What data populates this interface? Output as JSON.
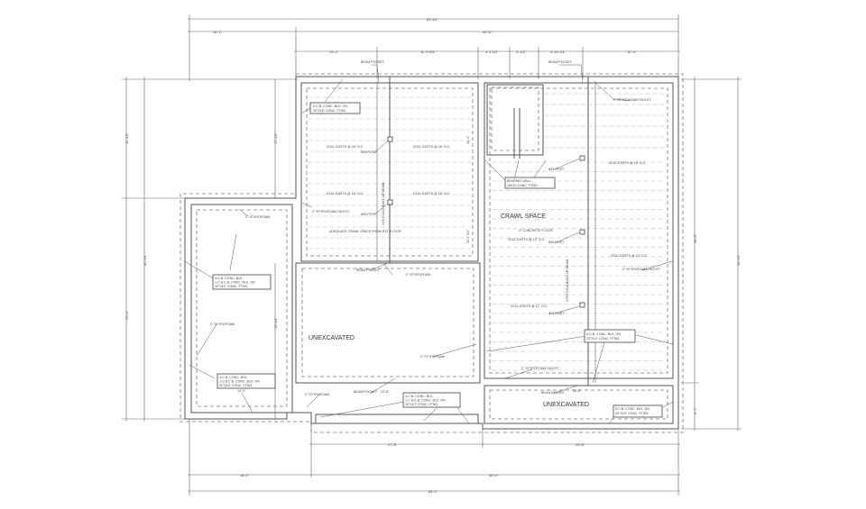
{
  "dimensions": {
    "overall_top": "63'-10\"",
    "left_wing_width": "14'-1\"",
    "main_width": "49'-8\"",
    "segments": [
      "12'-4\"",
      "11'-9 3/4\"",
      "4'-2 1/2\"",
      "4'-1/2\"",
      "4'-10 1/4\"",
      "12'-4\""
    ],
    "left_upper": "15'-10\"",
    "left_lower": "25'-0\"",
    "left_overall": "40'-10\"",
    "left_inner_a": "17'-10\"",
    "left_inner_b": "15'-10\"",
    "right_overall": "40'-10\"",
    "right_upper": "28'-8\"",
    "right_lower": "6'-7\"",
    "bottom_a": "27'-8\"",
    "bottom_b": "25'-8\"",
    "bottom_c": "18'-0\"",
    "bottom_d": "46'-0\"",
    "bottom_overall": "64'-0\"",
    "wing_depth": "14'-0\"",
    "beam_dim_a": "23'-8\"",
    "beam_dim_b": "26'-8\"",
    "inner_a": "12'-4\"",
    "inner_b": "12'-7 3/4\""
  },
  "labels": {
    "beam_pocket": "BEAM POCKET",
    "styrofoam": "2\" STYROFOAM",
    "styrofoam_ext": "2\" STYROFOAM ON EXT.",
    "post": "8X8 POST",
    "joists_16": "2X10 JOISTS @ 16\" O.C.",
    "joists_12": "2X10 JOISTS @ 12\" O.C.",
    "crawl_space": "CRAWL SPACE",
    "concrete_floor": "4\" CONCRETE FLOOR",
    "adequate": "ADEQUATE CRAWL SPACE FROM EXT. FLOOR",
    "unexcavated": "UNEXCAVATED",
    "built_up_beam": "3-PLY 2X12 BUILT-UP BEAM",
    "footing_2cb": [
      "2-C.B. CONC. BLK. ON",
      "10\"X18\" CONC. FTNG."
    ],
    "footing_4cb": [
      "4-C.B. CONC. BLK.",
      "1-C 8-C.B. CONC. BLK. ON",
      "20\"X10\" CONC. FTNG."
    ],
    "footing_5cb": [
      "5-C.B. CONC. BLK. ON",
      "20\"X10\" CONC. FTNG."
    ],
    "bearing_wall": [
      "BEARING WALL",
      "16X10 CONC. FTNG."
    ]
  }
}
